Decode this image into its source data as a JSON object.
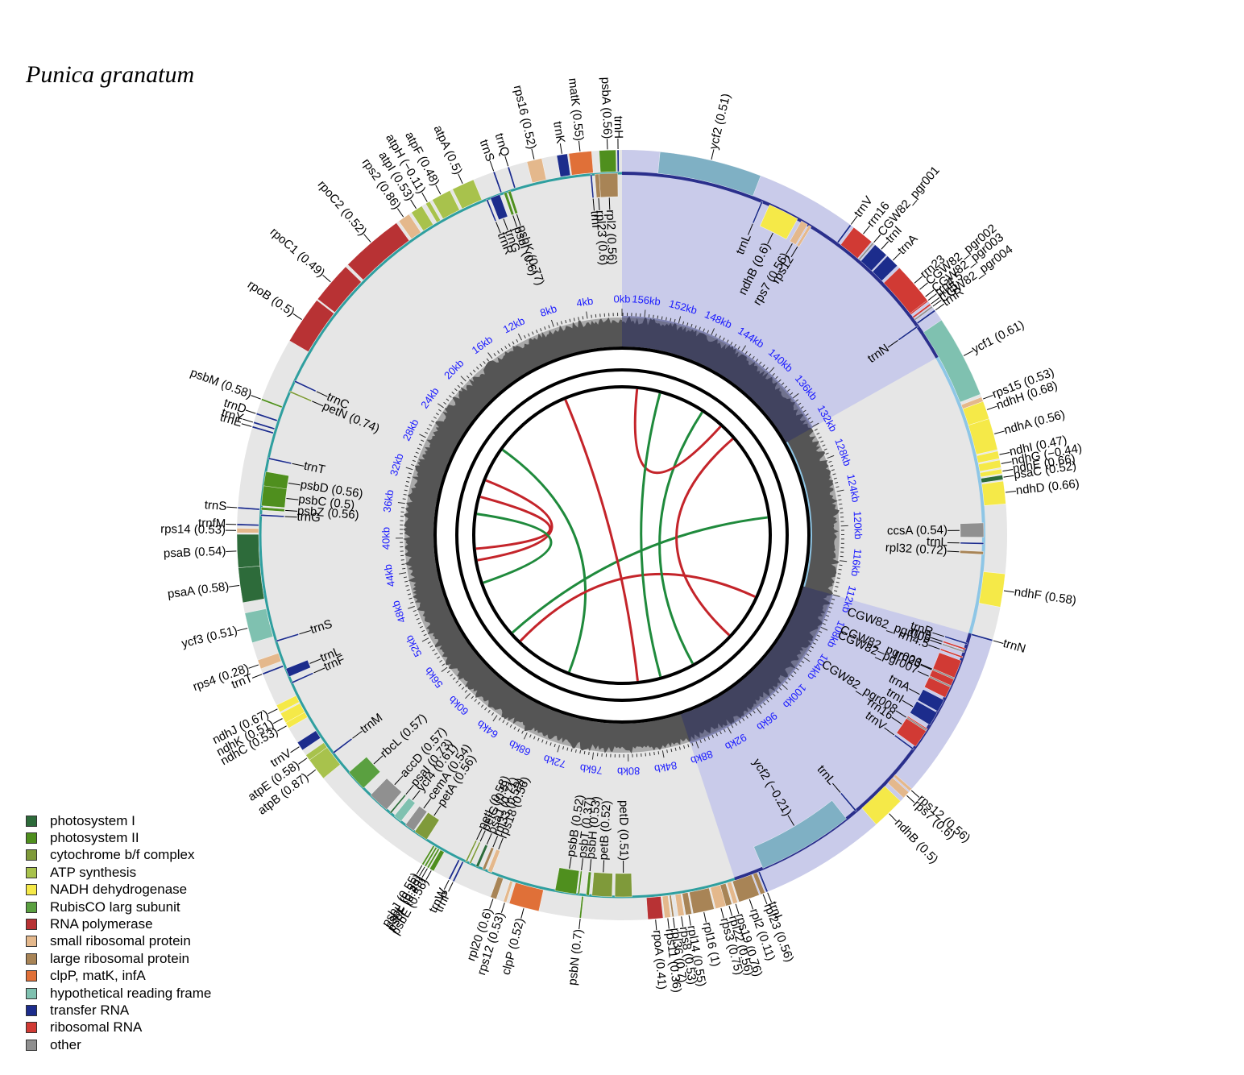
{
  "title": "Punica granatum",
  "legend": [
    {
      "label": "photosystem I",
      "color": "#2d6b3a"
    },
    {
      "label": "photosystem II",
      "color": "#4f8f1e"
    },
    {
      "label": "cytochrome b/f complex",
      "color": "#7f9a3a"
    },
    {
      "label": "ATP synthesis",
      "color": "#a8c24c"
    },
    {
      "label": "NADH dehydrogenase",
      "color": "#f5e948"
    },
    {
      "label": "RubisCO larg subunit",
      "color": "#5aa040"
    },
    {
      "label": "RNA polymerase",
      "color": "#b83234"
    },
    {
      "label": "small ribosomal protein",
      "color": "#e4b88c"
    },
    {
      "label": "large ribosomal protein",
      "color": "#a88456"
    },
    {
      "label": "clpP, matK, infA",
      "color": "#e07038"
    },
    {
      "label": "hypothetical reading frame",
      "color": "#7fc1b0"
    },
    {
      "label": "transfer RNA",
      "color": "#1c2c8c"
    },
    {
      "label": "ribosomal RNA",
      "color": "#d13a34"
    },
    {
      "label": "other",
      "color": "#909090"
    }
  ],
  "kb_ticks": [
    "0kb",
    "4kb",
    "8kb",
    "12kb",
    "16kb",
    "20kb",
    "24kb",
    "28kb",
    "32kb",
    "36kb",
    "40kb",
    "44kb",
    "48kb",
    "52kb",
    "56kb",
    "60kb",
    "64kb",
    "68kb",
    "72kb",
    "76kb",
    "80kb",
    "84kb",
    "88kb",
    "92kb",
    "96kb",
    "100kb",
    "104kb",
    "108kb",
    "112kb",
    "116kb",
    "120kb",
    "124kb",
    "128kb",
    "132kb",
    "136kb",
    "140kb",
    "144kb",
    "148kb",
    "152kb",
    "156kb"
  ],
  "genes": [
    {
      "name": "rpl2 (0.56)",
      "pos": 0.3,
      "len": 1.3,
      "side": "in",
      "color": "#a88456"
    },
    {
      "name": "rpl23 (0.6)",
      "pos": 1.6,
      "len": 0.3,
      "side": "in",
      "color": "#a88456"
    },
    {
      "name": "trnI",
      "pos": 2.1,
      "len": 0.1,
      "side": "in",
      "color": "#1c2c8c"
    },
    {
      "name": "trnH",
      "pos": 0.2,
      "len": 0.1,
      "side": "out",
      "color": "#1c2c8c"
    },
    {
      "name": "psbA (0.56)",
      "pos": 0.4,
      "len": 1.1,
      "side": "out",
      "color": "#4f8f1e"
    },
    {
      "name": "matK (0.55)",
      "pos": 2.0,
      "len": 1.5,
      "side": "out",
      "color": "#e07038"
    },
    {
      "name": "trnK",
      "pos": 3.6,
      "len": 0.7,
      "side": "out",
      "color": "#1c2c8c"
    },
    {
      "name": "rps16 (0.52)",
      "pos": 5.3,
      "len": 1.0,
      "side": "out",
      "color": "#e4b88c"
    },
    {
      "name": "trnQ",
      "pos": 7.5,
      "len": 0.1,
      "side": "out",
      "color": "#1c2c8c"
    },
    {
      "name": "trnS",
      "pos": 8.5,
      "len": 0.1,
      "side": "out",
      "color": "#1c2c8c"
    },
    {
      "name": "psbK (0.77)",
      "pos": 7.9,
      "len": 0.2,
      "side": "in",
      "color": "#4f8f1e"
    },
    {
      "name": "psbI (0.6)",
      "pos": 8.2,
      "len": 0.2,
      "side": "in",
      "color": "#4f8f1e"
    },
    {
      "name": "trnG",
      "pos": 8.7,
      "len": 0.7,
      "side": "in",
      "color": "#1c2c8c"
    },
    {
      "name": "trnR",
      "pos": 9.6,
      "len": 0.1,
      "side": "in",
      "color": "#1c2c8c"
    },
    {
      "name": "atpA (0.5)",
      "pos": 10.0,
      "len": 1.5,
      "side": "out",
      "color": "#a8c24c"
    },
    {
      "name": "atpF (0.48)",
      "pos": 11.7,
      "len": 1.3,
      "side": "out",
      "color": "#a8c24c"
    },
    {
      "name": "atpH (−0.11)",
      "pos": 13.2,
      "len": 0.3,
      "side": "out",
      "color": "#a8c24c"
    },
    {
      "name": "atpI (0.53)",
      "pos": 13.8,
      "len": 0.8,
      "side": "out",
      "color": "#a8c24c"
    },
    {
      "name": "rps2 (0.86)",
      "pos": 14.8,
      "len": 0.8,
      "side": "out",
      "color": "#e4b88c"
    },
    {
      "name": "rpoC2 (0.52)",
      "pos": 15.8,
      "len": 4.2,
      "side": "out",
      "color": "#b83234"
    },
    {
      "name": "rpoC1 (0.49)",
      "pos": 20.2,
      "len": 2.8,
      "side": "out",
      "color": "#b83234"
    },
    {
      "name": "rpoB (0.5)",
      "pos": 23.1,
      "len": 3.2,
      "side": "out",
      "color": "#b83234"
    },
    {
      "name": "trnC",
      "pos": 28.5,
      "len": 0.1,
      "side": "in",
      "color": "#1c2c8c"
    },
    {
      "name": "petN (0.74)",
      "pos": 29.3,
      "len": 0.1,
      "side": "in",
      "color": "#7f9a3a"
    },
    {
      "name": "psbM (0.58)",
      "pos": 30.5,
      "len": 0.1,
      "side": "out",
      "color": "#4f8f1e"
    },
    {
      "name": "trnD",
      "pos": 31.5,
      "len": 0.1,
      "side": "out",
      "color": "#1c2c8c"
    },
    {
      "name": "trnY",
      "pos": 32.1,
      "len": 0.1,
      "side": "out",
      "color": "#1c2c8c"
    },
    {
      "name": "trnE",
      "pos": 32.4,
      "len": 0.1,
      "side": "out",
      "color": "#1c2c8c"
    },
    {
      "name": "trnT",
      "pos": 34.2,
      "len": 0.1,
      "side": "in",
      "color": "#1c2c8c"
    },
    {
      "name": "psbD (0.56)",
      "pos": 35.2,
      "len": 1.1,
      "side": "in",
      "color": "#4f8f1e"
    },
    {
      "name": "psbC (0.5)",
      "pos": 36.2,
      "len": 1.4,
      "side": "in",
      "color": "#4f8f1e"
    },
    {
      "name": "psbZ (0.56)",
      "pos": 37.7,
      "len": 0.2,
      "side": "in",
      "color": "#4f8f1e"
    },
    {
      "name": "trnG",
      "pos": 38.2,
      "len": 0.1,
      "side": "in",
      "color": "#1c2c8c"
    },
    {
      "name": "trnS",
      "pos": 37.8,
      "len": 0.1,
      "side": "out",
      "color": "#1c2c8c"
    },
    {
      "name": "trnfM",
      "pos": 38.9,
      "len": 0.1,
      "side": "out",
      "color": "#1c2c8c"
    },
    {
      "name": "rps14 (0.53)",
      "pos": 39.2,
      "len": 0.3,
      "side": "out",
      "color": "#e4b88c"
    },
    {
      "name": "psaB (0.54)",
      "pos": 39.6,
      "len": 2.2,
      "side": "out",
      "color": "#2d6b3a"
    },
    {
      "name": "psaA (0.58)",
      "pos": 41.8,
      "len": 2.3,
      "side": "out",
      "color": "#2d6b3a"
    },
    {
      "name": "ycf3 (0.51)",
      "pos": 44.8,
      "len": 2.0,
      "side": "out",
      "color": "#7fc1b0"
    },
    {
      "name": "trnS",
      "pos": 47.1,
      "len": 0.1,
      "side": "in",
      "color": "#1c2c8c"
    },
    {
      "name": "rps4 (0.28)",
      "pos": 48.0,
      "len": 0.6,
      "side": "out",
      "color": "#e4b88c"
    },
    {
      "name": "trnT",
      "pos": 48.9,
      "len": 0.1,
      "side": "out",
      "color": "#1c2c8c"
    },
    {
      "name": "trnL",
      "pos": 49.2,
      "len": 0.6,
      "side": "in",
      "color": "#1c2c8c"
    },
    {
      "name": "trnF",
      "pos": 50.2,
      "len": 0.1,
      "side": "in",
      "color": "#1c2c8c"
    },
    {
      "name": "ndhJ (0.67)",
      "pos": 51.2,
      "len": 0.5,
      "side": "out",
      "color": "#f5e948"
    },
    {
      "name": "ndhK (0.51)",
      "pos": 51.8,
      "len": 0.7,
      "side": "out",
      "color": "#f5e948"
    },
    {
      "name": "ndhC (0.53)",
      "pos": 52.5,
      "len": 0.4,
      "side": "out",
      "color": "#f5e948"
    },
    {
      "name": "trnV",
      "pos": 54.0,
      "len": 0.6,
      "side": "out",
      "color": "#1c2c8c"
    },
    {
      "name": "trnM",
      "pos": 55.9,
      "len": 0.1,
      "side": "in",
      "color": "#1c2c8c"
    },
    {
      "name": "atpE (0.58)",
      "pos": 55.0,
      "len": 0.4,
      "side": "out",
      "color": "#a8c24c"
    },
    {
      "name": "atpB (0.87)",
      "pos": 55.4,
      "len": 1.5,
      "side": "out",
      "color": "#a8c24c"
    },
    {
      "name": "rbcL (0.57)",
      "pos": 57.7,
      "len": 1.5,
      "side": "in",
      "color": "#5aa040"
    },
    {
      "name": "accD (0.57)",
      "pos": 59.9,
      "len": 1.5,
      "side": "in",
      "color": "#909090"
    },
    {
      "name": "psaI (0.73)",
      "pos": 61.7,
      "len": 0.1,
      "side": "in",
      "color": "#2d6b3a"
    },
    {
      "name": "ycf4 (0.61)",
      "pos": 62.1,
      "len": 0.6,
      "side": "in",
      "color": "#7fc1b0"
    },
    {
      "name": "cemA (0.54)",
      "pos": 63.1,
      "len": 0.7,
      "side": "in",
      "color": "#909090"
    },
    {
      "name": "petA (0.56)",
      "pos": 63.9,
      "len": 1.0,
      "side": "in",
      "color": "#7f9a3a"
    },
    {
      "name": "psbJ (0.55)",
      "pos": 65.5,
      "len": 0.1,
      "side": "out",
      "color": "#4f8f1e"
    },
    {
      "name": "psbL (0.55)",
      "pos": 65.7,
      "len": 0.1,
      "side": "out",
      "color": "#4f8f1e"
    },
    {
      "name": "psbF (0.49)",
      "pos": 65.9,
      "len": 0.1,
      "side": "out",
      "color": "#4f8f1e"
    },
    {
      "name": "psbE (0.56)",
      "pos": 66.1,
      "len": 0.3,
      "side": "out",
      "color": "#4f8f1e"
    },
    {
      "name": "trnW",
      "pos": 67.5,
      "len": 0.1,
      "side": "out",
      "color": "#1c2c8c"
    },
    {
      "name": "trnP",
      "pos": 67.8,
      "len": 0.1,
      "side": "out",
      "color": "#1c2c8c"
    },
    {
      "name": "petL (0.58)",
      "pos": 68.0,
      "len": 0.1,
      "side": "in",
      "color": "#7f9a3a"
    },
    {
      "name": "petG (0.5)",
      "pos": 68.3,
      "len": 0.1,
      "side": "in",
      "color": "#7f9a3a"
    },
    {
      "name": "psaJ (0.71)",
      "pos": 68.8,
      "len": 0.2,
      "side": "in",
      "color": "#2d6b3a"
    },
    {
      "name": "rpl33 (0.59)",
      "pos": 69.3,
      "len": 0.2,
      "side": "in",
      "color": "#a88456"
    },
    {
      "name": "rps18 (0.56)",
      "pos": 69.7,
      "len": 0.3,
      "side": "in",
      "color": "#e4b88c"
    },
    {
      "name": "rpl20 (0.6)",
      "pos": 70.5,
      "len": 0.4,
      "side": "out",
      "color": "#a88456"
    },
    {
      "name": "rps12 (0.53)",
      "pos": 71.4,
      "len": 0.2,
      "side": "out",
      "color": "#e4b88c"
    },
    {
      "name": "clpP (0.52)",
      "pos": 71.8,
      "len": 2.0,
      "side": "out",
      "color": "#e07038"
    },
    {
      "name": "psbB (0.52)",
      "pos": 74.6,
      "len": 1.5,
      "side": "in",
      "color": "#4f8f1e"
    },
    {
      "name": "psbT (0.37)",
      "pos": 76.2,
      "len": 0.1,
      "side": "in",
      "color": "#4f8f1e"
    },
    {
      "name": "psbN (0.7)",
      "pos": 76.5,
      "len": 0.1,
      "side": "out",
      "color": "#4f8f1e"
    },
    {
      "name": "psbH (0.53)",
      "pos": 76.8,
      "len": 0.2,
      "side": "in",
      "color": "#4f8f1e"
    },
    {
      "name": "petB (0.52)",
      "pos": 77.2,
      "len": 1.4,
      "side": "in",
      "color": "#7f9a3a"
    },
    {
      "name": "petD (0.51)",
      "pos": 78.8,
      "len": 1.2,
      "side": "in",
      "color": "#7f9a3a"
    },
    {
      "name": "rpoA (0.41)",
      "pos": 81.0,
      "len": 1.0,
      "side": "out",
      "color": "#b83234"
    },
    {
      "name": "rps11 (0.36)",
      "pos": 82.1,
      "len": 0.4,
      "side": "out",
      "color": "#e4b88c"
    },
    {
      "name": "rpl36 (0.7)",
      "pos": 82.6,
      "len": 0.1,
      "side": "out",
      "color": "#a88456"
    },
    {
      "name": "rps8 (0.53)",
      "pos": 83.0,
      "len": 0.4,
      "side": "out",
      "color": "#e4b88c"
    },
    {
      "name": "rpl14 (0.55)",
      "pos": 83.5,
      "len": 0.4,
      "side": "out",
      "color": "#a88456"
    },
    {
      "name": "rpl16 (1)",
      "pos": 84.0,
      "len": 1.4,
      "side": "out",
      "color": "#a88456"
    },
    {
      "name": "rps3 (0.75)",
      "pos": 85.5,
      "len": 0.7,
      "side": "out",
      "color": "#e4b88c"
    },
    {
      "name": "rpl22 (0.56)",
      "pos": 86.2,
      "len": 0.4,
      "side": "out",
      "color": "#a88456"
    },
    {
      "name": "rps19 (0.76)",
      "pos": 86.7,
      "len": 0.3,
      "side": "out",
      "color": "#e4b88c"
    },
    {
      "name": "rpl2 (0.11)",
      "pos": 87.1,
      "len": 1.4,
      "side": "out",
      "color": "#a88456"
    },
    {
      "name": "rpl23 (0.56)",
      "pos": 88.6,
      "len": 0.3,
      "side": "out",
      "color": "#a88456"
    },
    {
      "name": "trnI",
      "pos": 89.0,
      "len": 0.1,
      "side": "out",
      "color": "#1c2c8c"
    },
    {
      "name": "ycf2 (−0.21)",
      "pos": 89.4,
      "len": 6.8,
      "side": "in",
      "color": "#7fb0c4"
    },
    {
      "name": "trnL",
      "pos": 97.0,
      "len": 0.1,
      "side": "in",
      "color": "#1c2c8c"
    },
    {
      "name": "ndhB (0.5)",
      "pos": 97.5,
      "len": 2.2,
      "side": "out",
      "color": "#f5e948"
    },
    {
      "name": "rps7 (0.6)",
      "pos": 100.0,
      "len": 0.5,
      "side": "out",
      "color": "#e4b88c"
    },
    {
      "name": "rps12 (0.56)",
      "pos": 100.6,
      "len": 0.2,
      "side": "out",
      "color": "#e4b88c"
    },
    {
      "name": "trnV",
      "pos": 102.9,
      "len": 0.1,
      "side": "in",
      "color": "#1c2c8c"
    },
    {
      "name": "rrn16",
      "pos": 103.2,
      "len": 1.5,
      "side": "in",
      "color": "#d13a34"
    },
    {
      "name": "CGW82_pgr008",
      "pos": 104.5,
      "len": 0.1,
      "side": "in",
      "color": "#909090"
    },
    {
      "name": "trnI",
      "pos": 105.0,
      "len": 1.0,
      "side": "in",
      "color": "#1c2c8c"
    },
    {
      "name": "trnA",
      "pos": 106.1,
      "len": 0.9,
      "side": "in",
      "color": "#1c2c8c"
    },
    {
      "name": "rrn23",
      "pos": 107.2,
      "len": 2.8,
      "side": "in",
      "color": "#d13a34"
    },
    {
      "name": "CGW82_pgr007",
      "pos": 108.0,
      "len": 0.1,
      "side": "in",
      "color": "#909090"
    },
    {
      "name": "CGW82_pgr006",
      "pos": 108.6,
      "len": 0.1,
      "side": "in",
      "color": "#909090"
    },
    {
      "name": "rrn4.5",
      "pos": 110.2,
      "len": 0.1,
      "side": "in",
      "color": "#d13a34"
    },
    {
      "name": "CGW82_pgr005",
      "pos": 110.6,
      "len": 0.1,
      "side": "in",
      "color": "#909090"
    },
    {
      "name": "rrn5",
      "pos": 110.8,
      "len": 0.1,
      "side": "in",
      "color": "#d13a34"
    },
    {
      "name": "trnR",
      "pos": 111.2,
      "len": 0.1,
      "side": "in",
      "color": "#1c2c8c"
    },
    {
      "name": "trnN",
      "pos": 111.9,
      "len": 0.1,
      "side": "out",
      "color": "#1c2c8c"
    },
    {
      "name": "ndhF (0.58)",
      "pos": 114.2,
      "len": 2.2,
      "side": "out",
      "color": "#f5e948"
    },
    {
      "name": "rpl32 (0.72)",
      "pos": 117.6,
      "len": 0.2,
      "side": "in",
      "color": "#a88456"
    },
    {
      "name": "trnL",
      "pos": 118.3,
      "len": 0.1,
      "side": "in",
      "color": "#1c2c8c"
    },
    {
      "name": "ccsA (0.54)",
      "pos": 118.8,
      "len": 1.0,
      "side": "in",
      "color": "#909090"
    },
    {
      "name": "ndhD (0.66)",
      "pos": 121.0,
      "len": 1.5,
      "side": "out",
      "color": "#f5e948"
    },
    {
      "name": "psaC (0.52)",
      "pos": 122.6,
      "len": 0.3,
      "side": "out",
      "color": "#2d6b3a"
    },
    {
      "name": "ndhE (0.66)",
      "pos": 123.0,
      "len": 0.3,
      "side": "out",
      "color": "#f5e948"
    },
    {
      "name": "ndhG (−0.44)",
      "pos": 123.4,
      "len": 0.5,
      "side": "out",
      "color": "#f5e948"
    },
    {
      "name": "ndhI (0.47)",
      "pos": 124.0,
      "len": 0.5,
      "side": "out",
      "color": "#f5e948"
    },
    {
      "name": "ndhA (0.56)",
      "pos": 124.6,
      "len": 2.1,
      "side": "out",
      "color": "#f5e948"
    },
    {
      "name": "ndhH (0.68)",
      "pos": 126.7,
      "len": 1.2,
      "side": "out",
      "color": "#f5e948"
    },
    {
      "name": "rps15 (0.53)",
      "pos": 127.9,
      "len": 0.3,
      "side": "out",
      "color": "#e4b88c"
    },
    {
      "name": "ycf1 (0.61)",
      "pos": 128.4,
      "len": 5.5,
      "side": "out",
      "color": "#7fc1b0"
    },
    {
      "name": "trnR",
      "pos": 134.6,
      "len": 0.1,
      "side": "out",
      "color": "#1c2c8c"
    },
    {
      "name": "trnN",
      "pos": 134.4,
      "len": 0.1,
      "side": "in",
      "color": "#1c2c8c"
    },
    {
      "name": "CGW82_pgr004",
      "pos": 134.9,
      "len": 0.1,
      "side": "out",
      "color": "#909090"
    },
    {
      "name": "rrn5",
      "pos": 135.1,
      "len": 0.1,
      "side": "out",
      "color": "#d13a34"
    },
    {
      "name": "rrn4.5",
      "pos": 135.4,
      "len": 0.1,
      "side": "out",
      "color": "#d13a34"
    },
    {
      "name": "CGW82_pgr003",
      "pos": 135.7,
      "len": 0.1,
      "side": "out",
      "color": "#909090"
    },
    {
      "name": "CGW82_pgr002",
      "pos": 136.3,
      "len": 0.1,
      "side": "out",
      "color": "#909090"
    },
    {
      "name": "rrn23",
      "pos": 135.5,
      "len": 2.8,
      "side": "out",
      "color": "#d13a34"
    },
    {
      "name": "trnA",
      "pos": 138.5,
      "len": 0.9,
      "side": "out",
      "color": "#1c2c8c"
    },
    {
      "name": "trnI",
      "pos": 139.5,
      "len": 1.0,
      "side": "out",
      "color": "#1c2c8c"
    },
    {
      "name": "CGW82_pgr001",
      "pos": 140.6,
      "len": 0.1,
      "side": "out",
      "color": "#909090"
    },
    {
      "name": "rrn16",
      "pos": 140.8,
      "len": 1.5,
      "side": "out",
      "color": "#d13a34"
    },
    {
      "name": "trnV",
      "pos": 142.5,
      "len": 0.1,
      "side": "out",
      "color": "#1c2c8c"
    },
    {
      "name": "rps12",
      "pos": 144.7,
      "len": 0.2,
      "side": "in",
      "color": "#e4b88c"
    },
    {
      "name": "rps7 (0.56)",
      "pos": 145.0,
      "len": 0.5,
      "side": "in",
      "color": "#e4b88c"
    },
    {
      "name": "ndhB (0.6)",
      "pos": 145.8,
      "len": 2.2,
      "side": "in",
      "color": "#f5e948"
    },
    {
      "name": "trnL",
      "pos": 148.5,
      "len": 0.1,
      "side": "in",
      "color": "#1c2c8c"
    },
    {
      "name": "ycf2 (0.51)",
      "pos": 149.3,
      "len": 6.8,
      "side": "out",
      "color": "#7fb0c4"
    }
  ]
}
